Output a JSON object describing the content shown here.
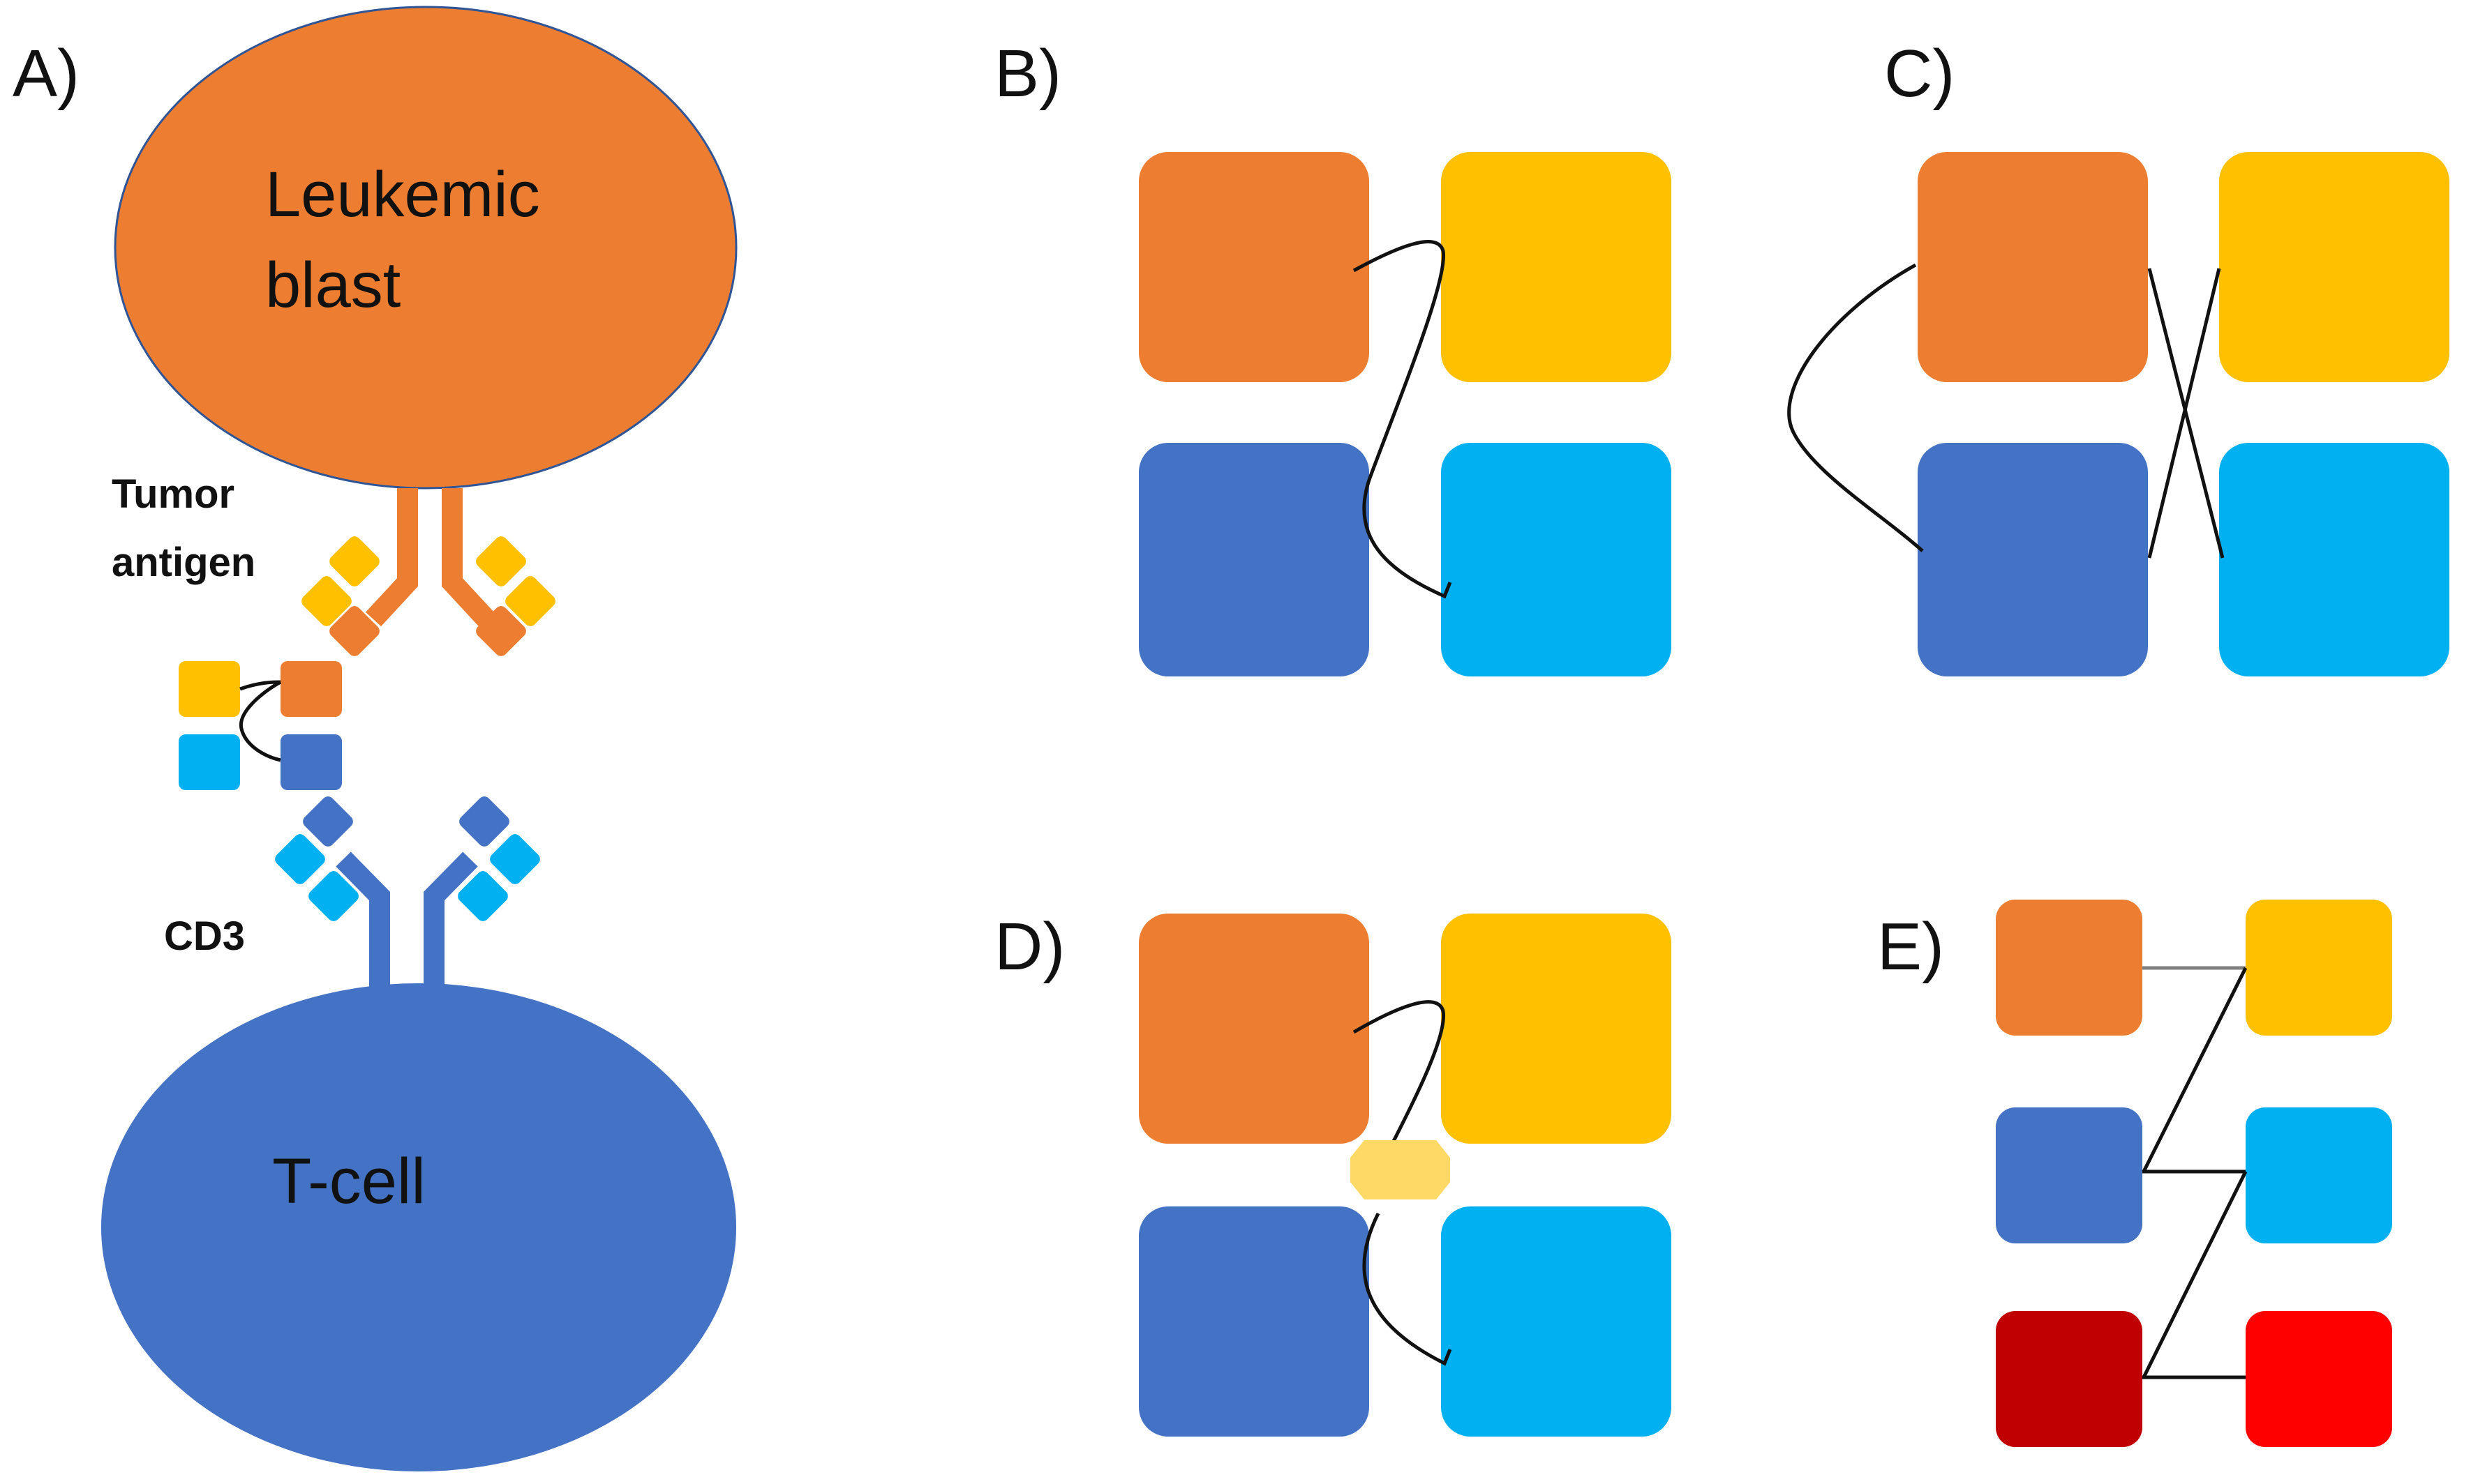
{
  "panels": {
    "a": "A)",
    "b": "B)",
    "c": "C)",
    "d": "D)",
    "e": "E)"
  },
  "labels": {
    "blast_line1": "Leukemic",
    "blast_line2": "blast",
    "tcell": "T-cell",
    "antigen_line1": "Tumor",
    "antigen_line2": "antigen",
    "cd3": "CD3"
  },
  "colors": {
    "orange": "#ED7D31",
    "gold": "#FFC000",
    "dark_blue": "#4472C4",
    "light_blue": "#00B0F0",
    "dark_red": "#C00000",
    "red": "#FF0000",
    "linker_pale": "#FFD966"
  }
}
